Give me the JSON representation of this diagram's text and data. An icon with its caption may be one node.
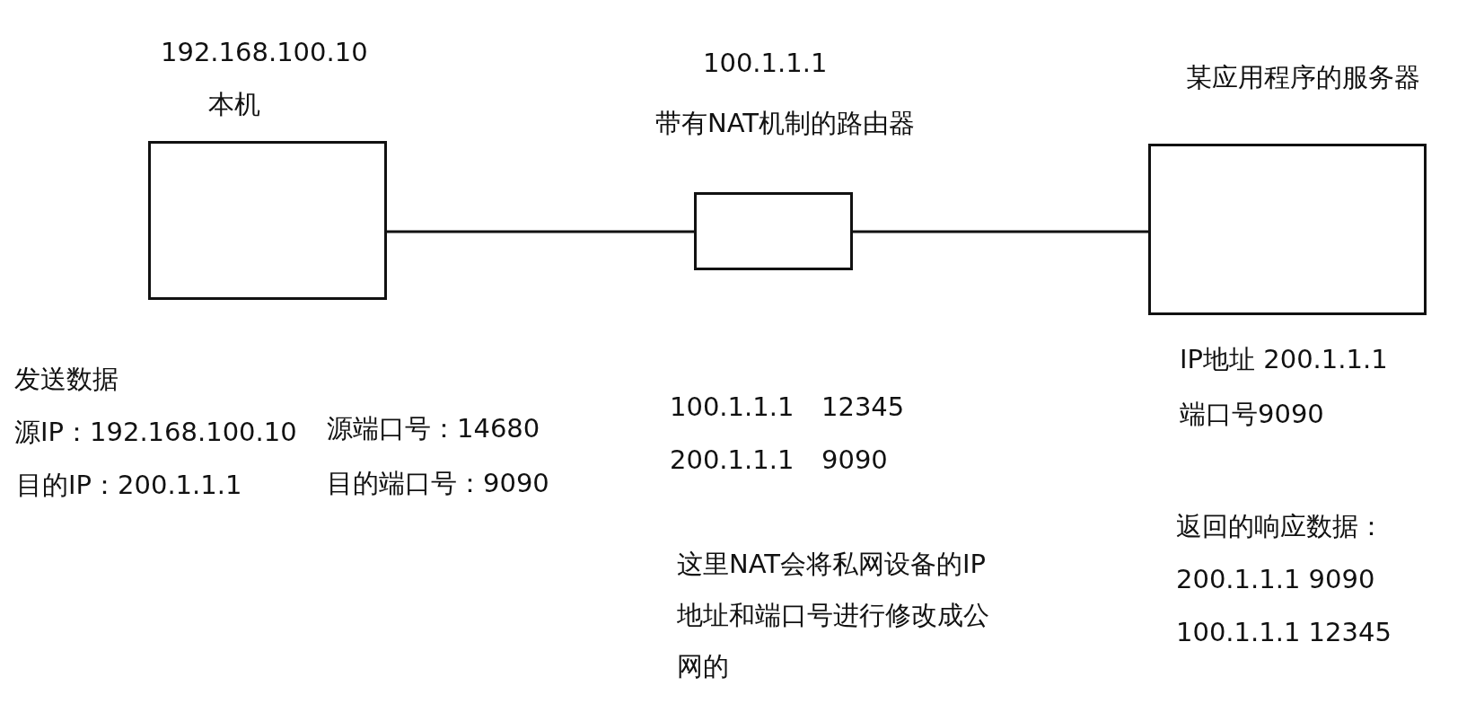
{
  "diagram": {
    "nodes": [
      {
        "text": [
          "192.168.100.10",
          "本机"
        ]
      },
      {
        "text": [
          "100.1.1.1",
          "带有NAT机制的路由器"
        ]
      },
      {
        "text": [
          "某应用程序的服务器"
        ]
      }
    ],
    "edges": [
      {
        "from": 0,
        "to": 1,
        "arrow": "none"
      },
      {
        "from": 1,
        "to": 2,
        "arrow": "none"
      }
    ],
    "labels": [
      "发送数据",
      "源IP：192.168.100.10",
      "源端口号：14680",
      "目的IP：200.1.1.1",
      "目的端口号：9090",
      "100.1.1.1",
      "12345",
      "200.1.1.1",
      "9090",
      "这里NAT会将私网设备的IP地址和端口号进行修改成公网的",
      "IP地址 200.1.1.1",
      "端口号9090",
      "返回的响应数据：",
      "200.1.1.1  9090",
      "100.1.1.1 12345"
    ]
  }
}
